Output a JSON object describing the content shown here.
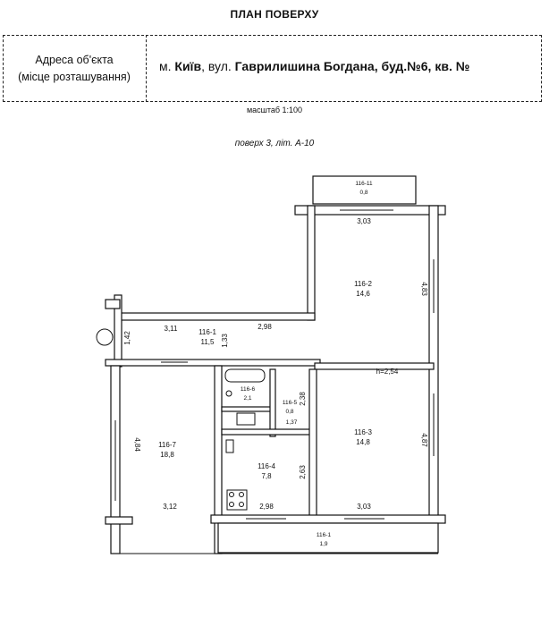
{
  "header": {
    "title": "ПЛАН ПОВЕРХУ",
    "address_label_line1": "Адреса об'єкта",
    "address_label_line2": "(місце розташування)",
    "address_prefix": "м.",
    "address_city": "Київ",
    "address_mid": ", вул.",
    "address_street": "Гаврилишина Богдана, буд.№6, кв. №",
    "scale": "масштаб 1:100",
    "floor": "поверх 3, літ. А-10"
  },
  "plan": {
    "h_label": "h=2,54",
    "rooms": [
      {
        "code": "116-11",
        "area": "0,8"
      },
      {
        "code": "116-2",
        "area": "14,6"
      },
      {
        "code": "116-1",
        "area": "11,5"
      },
      {
        "code": "116-6",
        "area": "2,1"
      },
      {
        "code": "116-5",
        "area": "0,8"
      },
      {
        "code": "116-3",
        "area": "14,8"
      },
      {
        "code": "116-7",
        "area": "18,8"
      },
      {
        "code": "116-4",
        "area": "7,8"
      },
      {
        "code": "116-1",
        "area": "1,9"
      }
    ],
    "dimensions": {
      "top_balcony_width": "3,03",
      "room2_height": "4,83",
      "hall_width": "3,11",
      "hall_height": "1,42",
      "corridor_height": "1,33",
      "corridor_width": "2,98",
      "room3_side": "2,38",
      "wc_width": "1,37",
      "room3_height": "4,87",
      "room7_height": "4,84",
      "kitchen_height": "2,63",
      "room7_width": "3,12",
      "kitchen_width": "2,98",
      "room3_width": "3,03"
    }
  }
}
